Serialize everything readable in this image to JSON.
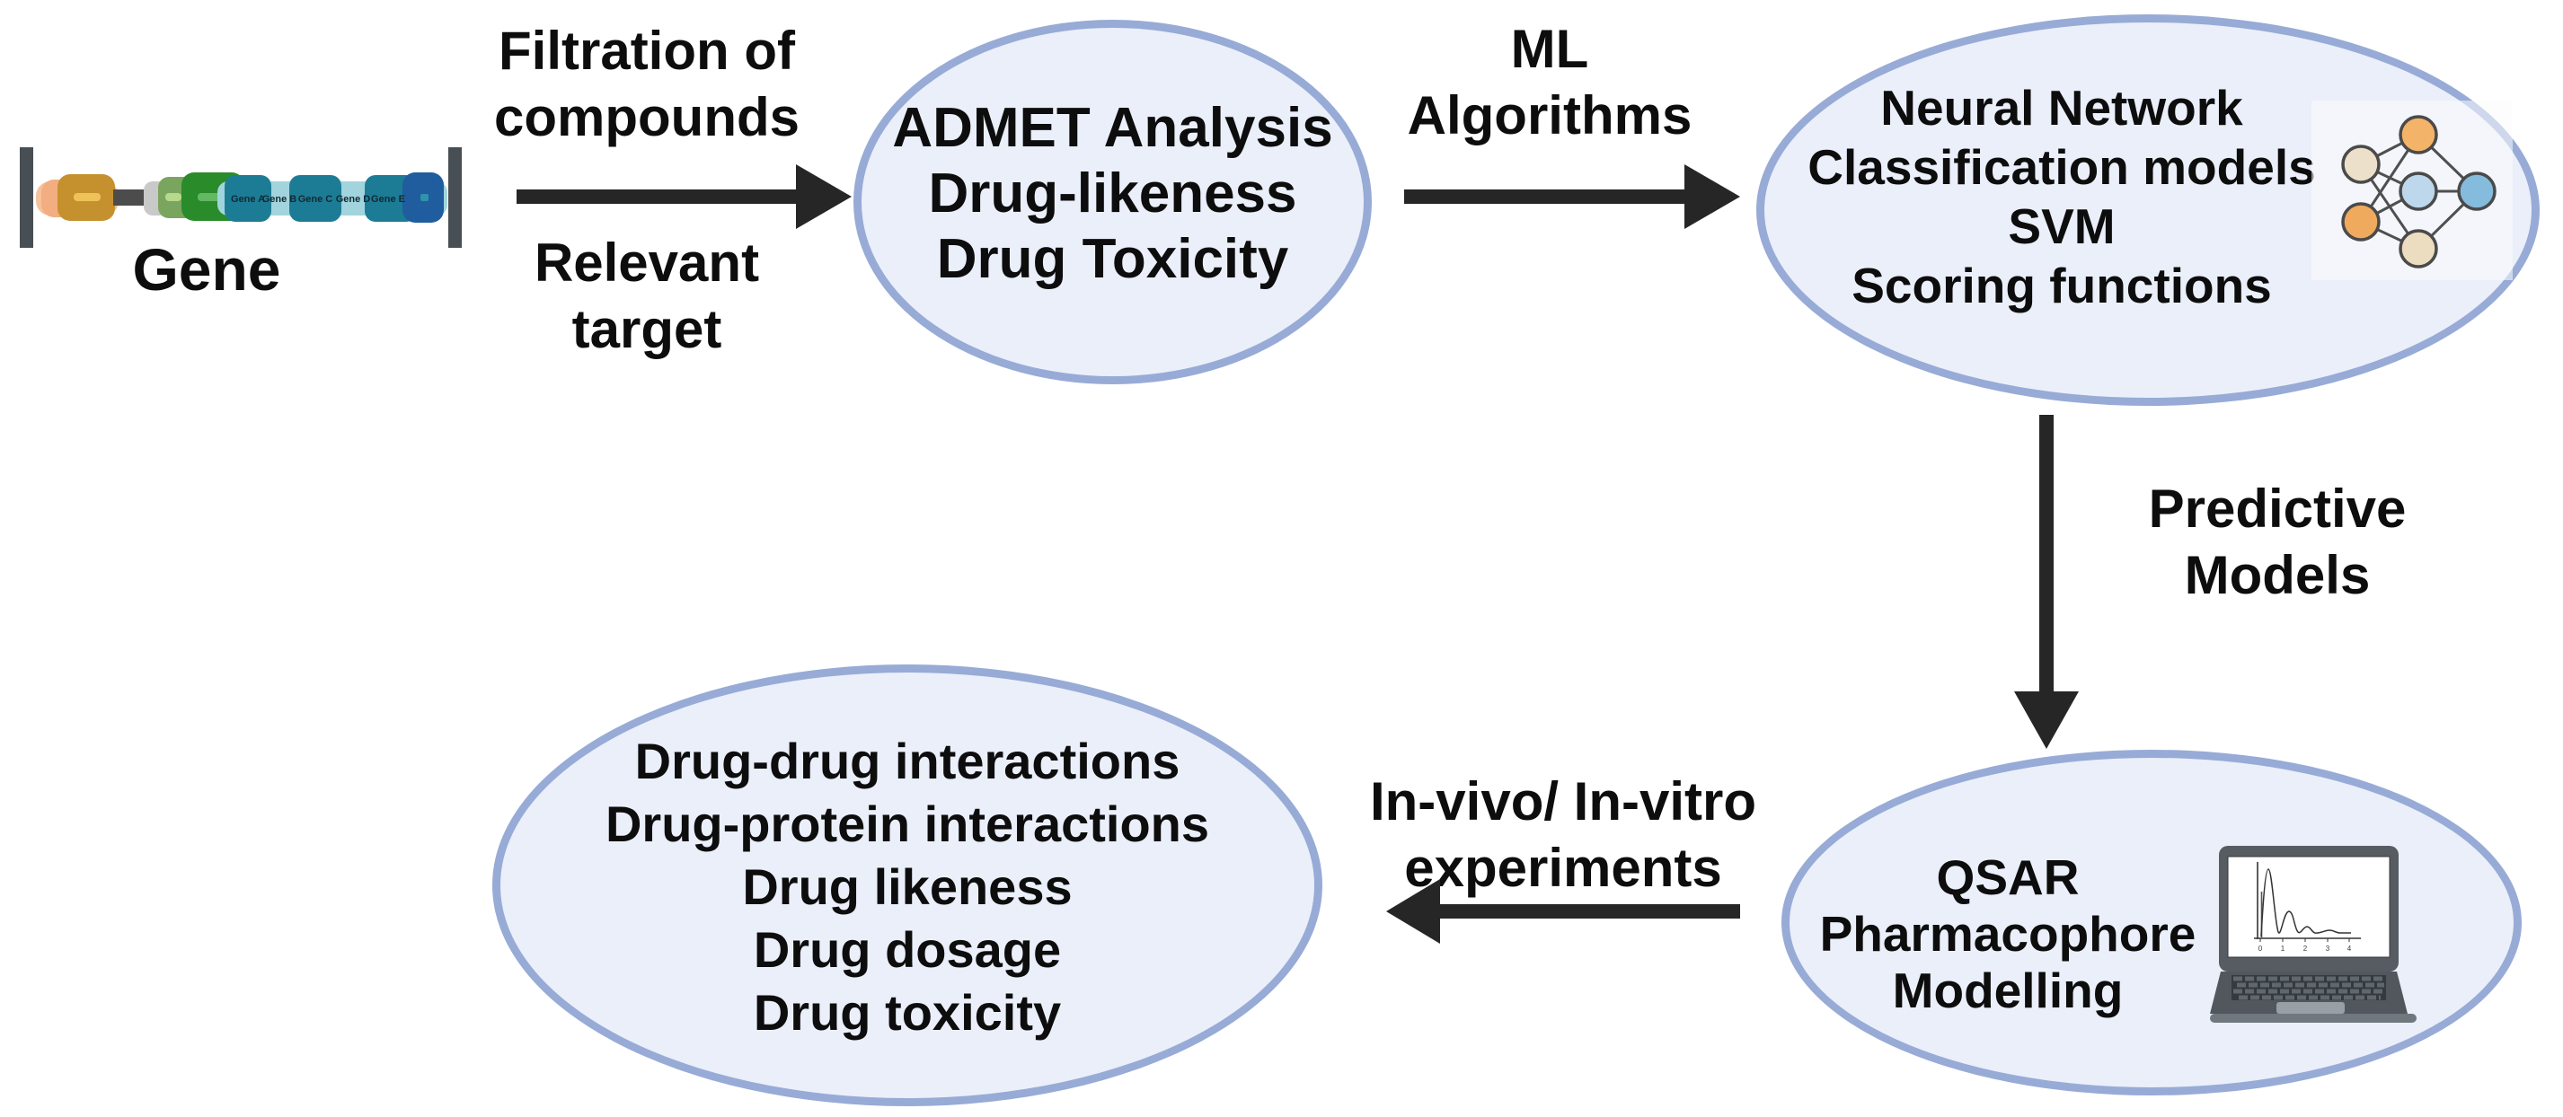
{
  "palette": {
    "background": "#ffffff",
    "ellipse_fill": "#eaeffa",
    "ellipse_border": "#97abd6",
    "text": "#0d0d0d",
    "arrow": "#262626"
  },
  "gene": {
    "label": "Gene",
    "segments": [
      "Gene A",
      "Gene B",
      "Gene C",
      "Gene D",
      "Gene E"
    ]
  },
  "ellipses": {
    "admet": {
      "lines": [
        "ADMET Analysis",
        "Drug-likeness",
        "Drug Toxicity"
      ]
    },
    "models": {
      "lines": [
        "Neural Network",
        "Classification models",
        "SVM",
        "Scoring functions"
      ]
    },
    "qsar": {
      "lines": [
        "QSAR",
        "Pharmacophore",
        "Modelling"
      ]
    },
    "outcomes": {
      "lines": [
        "Drug-drug interactions",
        "Drug-protein interactions",
        "Drug likeness",
        "Drug dosage",
        "Drug toxicity"
      ]
    }
  },
  "arrows": {
    "gene_to_admet": {
      "direction": "right",
      "label_above": [
        "Filtration of",
        "compounds"
      ],
      "label_below": [
        "Relevant",
        "target"
      ]
    },
    "admet_to_models": {
      "direction": "right",
      "label_above": [
        "ML",
        "Algorithms"
      ]
    },
    "models_to_qsar": {
      "direction": "down",
      "label_right": [
        "Predictive",
        "Models"
      ]
    },
    "qsar_to_outcomes": {
      "direction": "left",
      "label_above": [
        "In-vivo/ In-vitro",
        "experiments"
      ]
    }
  },
  "laptop_chart": {
    "x_ticks": [
      "0",
      "1",
      "2",
      "3",
      "4"
    ]
  },
  "icons": [
    "gene-icon",
    "neural-network-icon",
    "laptop-chart-icon"
  ]
}
